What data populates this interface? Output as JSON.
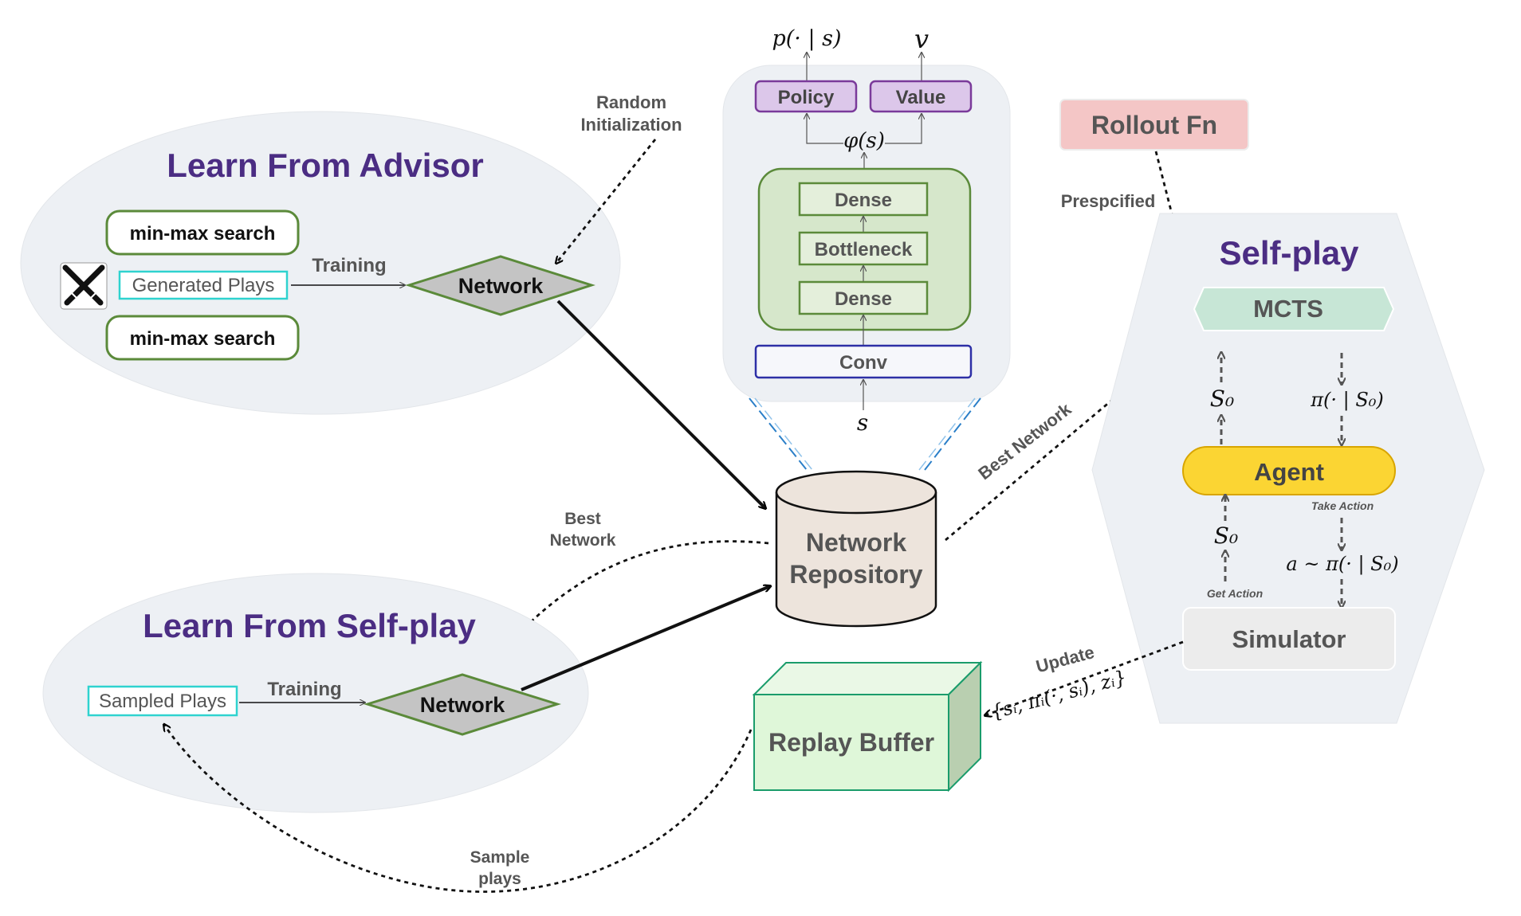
{
  "advisor": {
    "title": "Learn From Advisor",
    "search_top": "min-max search",
    "generated_plays": "Generated Plays",
    "search_bottom": "min-max search",
    "training": "Training",
    "network": "Network"
  },
  "random_init": {
    "line1": "Random",
    "line2": "Initialization"
  },
  "arch": {
    "policy_out": "p(· | s)",
    "value_out": "v",
    "policy": "Policy",
    "value": "Value",
    "phi": "φ(s)",
    "dense_top": "Dense",
    "bottleneck": "Bottleneck",
    "dense_bottom": "Dense",
    "conv": "Conv",
    "input": "s"
  },
  "repository": {
    "line1": "Network",
    "line2": "Repository"
  },
  "best_network_left": {
    "line1": "Best",
    "line2": "Network"
  },
  "best_network_right": "Best Network",
  "selfplay_learn": {
    "title": "Learn From Self-play",
    "sampled_plays": "Sampled Plays",
    "training": "Training",
    "network": "Network"
  },
  "rollout": {
    "label": "Rollout Fn",
    "prespecified": "Prespcified"
  },
  "selfplay": {
    "title": "Self-play",
    "mcts": "MCTS",
    "s0_up": "S₀",
    "pi_down": "π(· | S₀)",
    "agent": "Agent",
    "take_action": "Take Action",
    "s0_get": "S₀",
    "action": "a ~ π(· | S₀)",
    "get_action": "Get Action",
    "simulator": "Simulator"
  },
  "replay": {
    "label": "Replay Buffer",
    "update": "Update",
    "tuple": "{sᵢ, πᵢ(·, sᵢ), zᵢ}"
  },
  "sample_plays": {
    "line1": "Sample",
    "line2": "plays"
  },
  "colors": {
    "ellipse_fill": "#edf0f4",
    "title_purple": "#4b2d83",
    "green_border": "#5b8a3a",
    "diamond_fill": "#c4c4c4",
    "teal": "#2fd3cf",
    "purple_box": "#dcc7ea",
    "purple_border": "#7a3a9a",
    "dense_fill": "#e4efdb",
    "inner_green": "#d6e7cb",
    "conv_border": "#2d2fa6",
    "cyl_fill": "#ede4dc",
    "rollout_fill": "#f4c6c6",
    "mcts_fill": "#c7e6d6",
    "agent_fill": "#fbd533",
    "sim_fill": "#ececec",
    "replay_front": "#dff7d9",
    "replay_side": "#b9cfb0",
    "replay_border": "#1a9c6b"
  }
}
